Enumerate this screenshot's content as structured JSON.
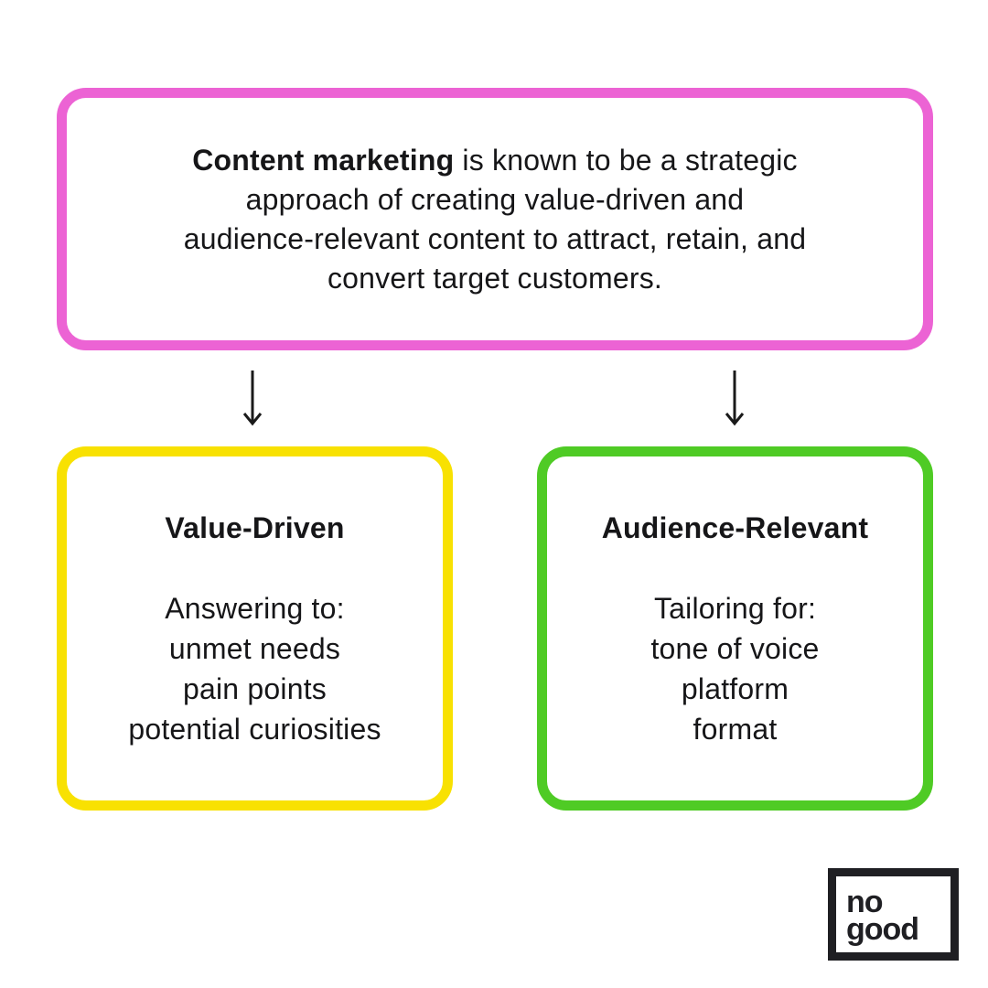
{
  "page": {
    "background": "#ffffff",
    "text_color": "#161618",
    "arrow_color": "#1a1a1a"
  },
  "definition": {
    "border_color": "#ec63d4",
    "lines": [
      {
        "bold": "Content marketing",
        "text": " is known to be a strategic"
      },
      {
        "text": "approach of creating value-driven and"
      },
      {
        "text": "audience-relevant content to attract, retain, and"
      },
      {
        "text": "convert target customers."
      }
    ],
    "full_text": "Content marketing is known to be a strategic approach of creating value-driven and audience-relevant content to attract, retain, and convert target customers."
  },
  "cards": [
    {
      "border_color": "#f8e102",
      "title": "Value-Driven",
      "lines": [
        "Answering to:",
        "unmet needs",
        "pain points",
        "potential curiosities"
      ]
    },
    {
      "border_color": "#4fcb25",
      "title": "Audience-Relevant",
      "lines": [
        "Tailoring for:",
        "tone of voice",
        "platform",
        "format"
      ]
    }
  ],
  "logo": {
    "word1": "no",
    "word2": "good",
    "color": "#1f1f23"
  }
}
